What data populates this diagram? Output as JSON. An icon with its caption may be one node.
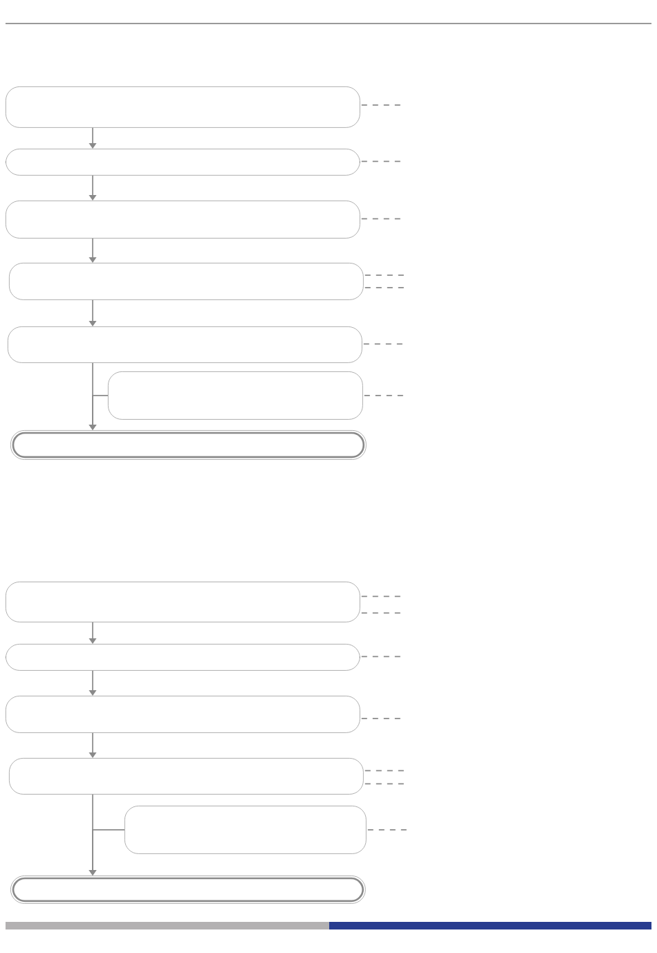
{
  "diagram": {
    "nodes": [
      {
        "text": [],
        "shape": "box"
      },
      {
        "text": [],
        "shape": "box"
      },
      {
        "text": [],
        "shape": "box"
      },
      {
        "text": [],
        "shape": "box"
      },
      {
        "text": [],
        "shape": "box"
      },
      {
        "text": [],
        "shape": "box"
      },
      {
        "text": [],
        "shape": "box"
      },
      {
        "text": [],
        "shape": "box"
      },
      {
        "text": [],
        "shape": "box"
      },
      {
        "text": [],
        "shape": "box"
      },
      {
        "text": [],
        "shape": "box"
      },
      {
        "text": [],
        "shape": "box"
      },
      {
        "text": [],
        "shape": "box"
      }
    ],
    "edges": [
      {
        "from": 0,
        "to": 1,
        "arrow": "to"
      },
      {
        "from": 1,
        "to": 2,
        "arrow": "to"
      },
      {
        "from": 2,
        "to": 3,
        "arrow": "to"
      },
      {
        "from": 3,
        "to": 4,
        "arrow": "to"
      },
      {
        "from": 4,
        "to": 6,
        "arrow": "to"
      },
      {
        "from": 5,
        "to": 6,
        "arrow": "to"
      },
      {
        "from": 7,
        "to": 8,
        "arrow": "to"
      },
      {
        "from": 8,
        "to": 9,
        "arrow": "to"
      },
      {
        "from": 9,
        "to": 10,
        "arrow": "to"
      },
      {
        "from": 10,
        "to": 12,
        "arrow": "to"
      },
      {
        "from": 11,
        "to": 12,
        "arrow": "to"
      },
      {
        "from": 0,
        "to": null,
        "arrow": "none",
        "style": "dashed"
      },
      {
        "from": 1,
        "to": null,
        "arrow": "none",
        "style": "dashed"
      },
      {
        "from": 2,
        "to": null,
        "arrow": "none",
        "style": "dashed"
      },
      {
        "from": 3,
        "to": null,
        "arrow": "none",
        "style": "dashed"
      },
      {
        "from": 3,
        "to": null,
        "arrow": "none",
        "style": "dashed"
      },
      {
        "from": 4,
        "to": null,
        "arrow": "none",
        "style": "dashed"
      },
      {
        "from": 5,
        "to": null,
        "arrow": "none",
        "style": "dashed"
      },
      {
        "from": 7,
        "to": null,
        "arrow": "none",
        "style": "dashed"
      },
      {
        "from": 7,
        "to": null,
        "arrow": "none",
        "style": "dashed"
      },
      {
        "from": 8,
        "to": null,
        "arrow": "none",
        "style": "dashed"
      },
      {
        "from": 9,
        "to": null,
        "arrow": "none",
        "style": "dashed"
      },
      {
        "from": 10,
        "to": null,
        "arrow": "none",
        "style": "dashed"
      },
      {
        "from": 10,
        "to": null,
        "arrow": "none",
        "style": "dashed"
      },
      {
        "from": 11,
        "to": null,
        "arrow": "none",
        "style": "dashed"
      }
    ]
  }
}
